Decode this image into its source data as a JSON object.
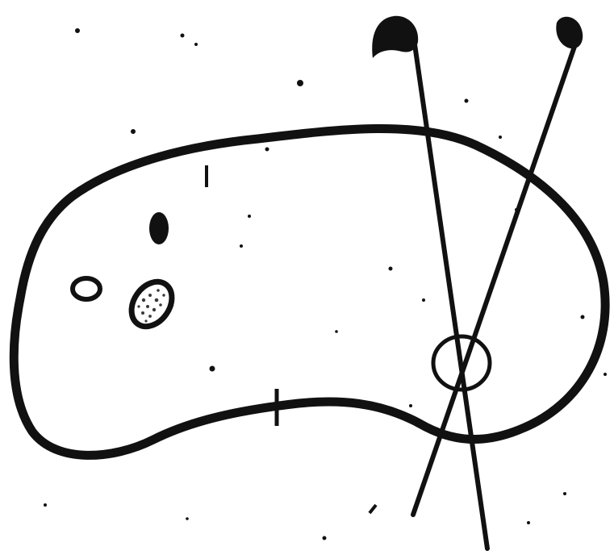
{
  "figure": {
    "ink_color": "#111111",
    "paper_color": "#ffffff",
    "stipple_color": "#3a3a3a",
    "elements": [
      "kidney-outline",
      "dark-oval-spot",
      "hollow-oval-spot",
      "stippled-oval-spot",
      "crossing-pins",
      "pin-crossing-circle",
      "pin-heads"
    ]
  }
}
